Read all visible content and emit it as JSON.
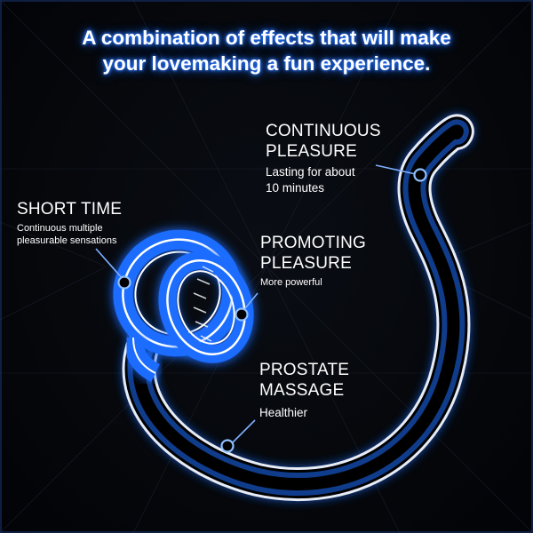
{
  "headline": {
    "line1": "A combination of effects that will make",
    "line2": "your lovemaking a fun experience."
  },
  "features": {
    "continuous": {
      "title_line1": "CONTINUOUS",
      "title_line2": "PLEASURE",
      "desc_line1": "Lasting for about",
      "desc_line2": "10 minutes"
    },
    "short_time": {
      "title": "SHORT TIME",
      "desc_line1": "Continuous multiple",
      "desc_line2": "pleasurable sensations"
    },
    "promoting": {
      "title_line1": "PROMOTING",
      "title_line2": "PLEASURE",
      "desc": "More powerful"
    },
    "prostate": {
      "title_line1": "PROSTATE",
      "title_line2": "MASSAGE",
      "desc": "Healthier"
    }
  },
  "colors": {
    "neon_blue": "#1e6dff",
    "outline": "#ffffff",
    "background": "#050608"
  },
  "icons": {
    "product": "neon-outline-product-illustration",
    "pointer": "callout-circle-marker"
  }
}
